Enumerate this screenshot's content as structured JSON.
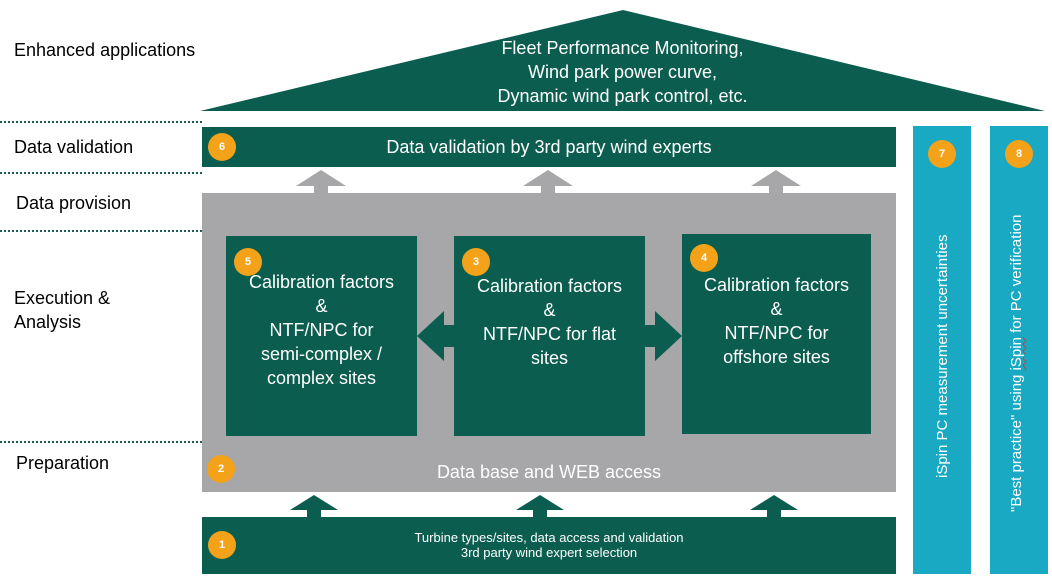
{
  "rows": {
    "enhanced_applications": "Enhanced  applications",
    "data_validation": "Data validation",
    "data_provision": "Data provision",
    "execution_line1": "Execution  &",
    "execution_line2": "Analysis",
    "preparation": "Preparation"
  },
  "roof": {
    "line1": "Fleet Performance Monitoring,",
    "line2": "Wind park power curve,",
    "line3": "Dynamic wind park control, etc."
  },
  "validation_bar": {
    "badge": "6",
    "text": "Data validation by 3rd party wind experts"
  },
  "database_bar": {
    "badge": "2",
    "text": "Data base and WEB access"
  },
  "boxes": [
    {
      "badge": "5",
      "text": "Calibration factors\n&\nNTF/NPC  for\nsemi-complex /\ncomplex sites"
    },
    {
      "badge": "3",
      "text": "Calibration  factors\n&\nNTF/NPC  for flat\nsites"
    },
    {
      "badge": "4",
      "text": "Calibration factors\n&\nNTF/NPC  for\noffshore sites"
    }
  ],
  "prep_bar": {
    "badge": "1",
    "line1": "Turbine types/sites, data access and validation",
    "line2": "3rd party wind expert selection"
  },
  "side": [
    {
      "badge": "7",
      "text": "iSpin PC measurement  uncertainties"
    },
    {
      "badge": "8",
      "text_before": "\"Best practice\" using ",
      "text_underlined": "iSpin",
      "text_after": " for PC verification"
    }
  ],
  "colors": {
    "green": "#0b5e4f",
    "gray": "#a7a7a9",
    "teal": "#1aa9c2",
    "orange": "#f3a21a"
  }
}
